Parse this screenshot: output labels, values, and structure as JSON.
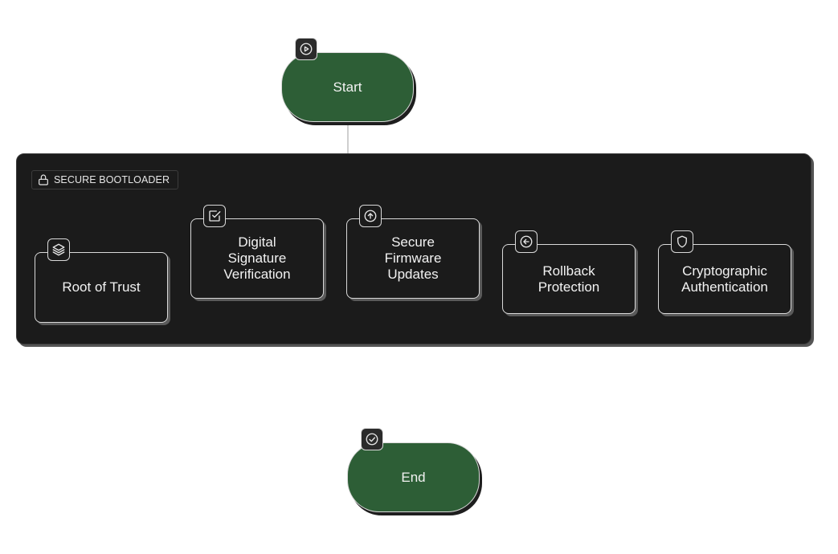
{
  "diagram": {
    "group": {
      "label": "SECURE BOOTLOADER",
      "icon": "lock-icon"
    },
    "start": {
      "label": "Start",
      "icon": "play-icon"
    },
    "end": {
      "label": "End",
      "icon": "check-circle-icon"
    },
    "nodes": [
      {
        "label": "Root of Trust",
        "icon": "layers-icon"
      },
      {
        "label": "Digital\nSignature\nVerification",
        "icon": "checkbox-icon"
      },
      {
        "label": "Secure\nFirmware\nUpdates",
        "icon": "upload-arrow-icon"
      },
      {
        "label": "Rollback\nProtection",
        "icon": "back-arrow-icon"
      },
      {
        "label": "Cryptographic\nAuthentication",
        "icon": "shield-icon"
      }
    ]
  },
  "colors": {
    "terminal_fill": "#2d5e36",
    "group_fill": "#1b1b1b",
    "node_border": "#d9d9d9",
    "text": "#f2f2f2"
  }
}
